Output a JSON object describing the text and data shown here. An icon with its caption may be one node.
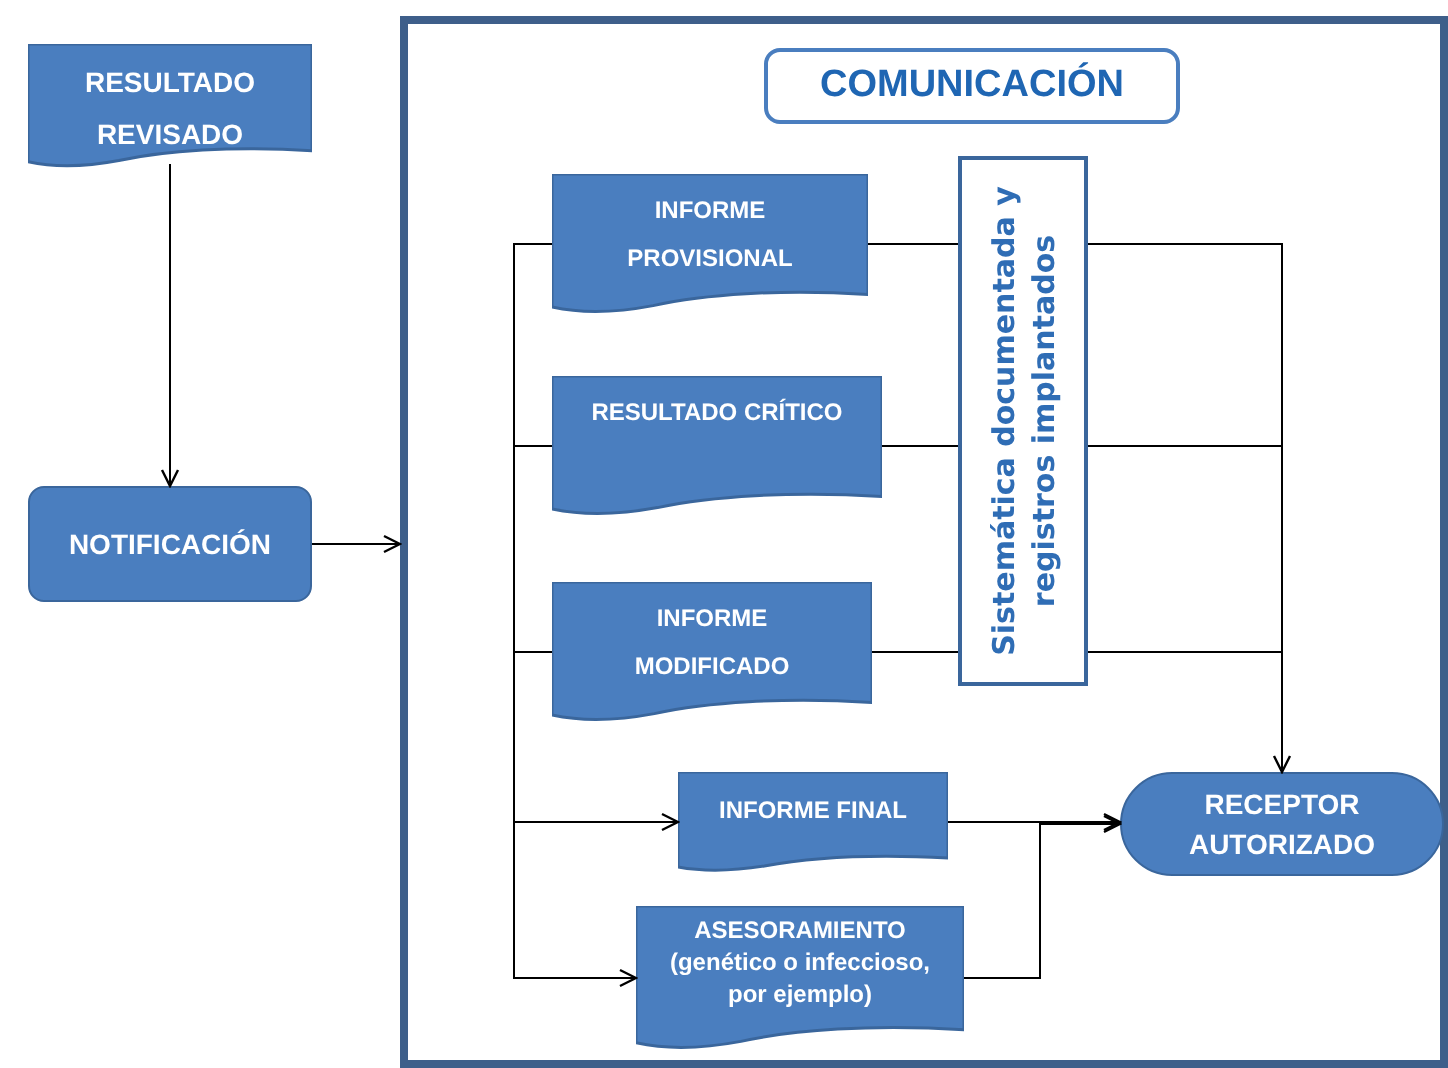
{
  "diagram": {
    "nodes": [
      {
        "text": [
          "RESULTADO REVISADO"
        ]
      },
      {
        "text": [
          "NOTIFICACIÓN"
        ]
      },
      {
        "text": [],
        "shape": "box"
      },
      {
        "text": [
          "COMUNICACIÓN"
        ],
        "in": 2
      },
      {
        "text": [
          "INFORME PROVISIONAL"
        ],
        "in": 2
      },
      {
        "text": [
          "RESULTADO CRÍTICO"
        ],
        "in": 2
      },
      {
        "text": [
          "INFORME MODIFICADO"
        ],
        "in": 2
      },
      {
        "text": [
          "Sistemática documentada y registros implantados"
        ],
        "in": 2
      },
      {
        "text": [
          "INFORME FINAL"
        ],
        "in": 2
      },
      {
        "text": [
          "ASESORAMIENTO",
          "(genético o infeccioso, por ejemplo)"
        ],
        "in": 2
      },
      {
        "text": [
          "RECEPTOR AUTORIZADO"
        ],
        "in": 2
      }
    ],
    "edges": [
      {
        "from": 0,
        "to": 1,
        "arrow": "to"
      },
      {
        "from": 1,
        "to": 2,
        "arrow": "to"
      },
      {
        "from": 4,
        "to": 5,
        "arrow": "none"
      },
      {
        "from": 4,
        "to": 6,
        "arrow": "none"
      },
      {
        "from": 4,
        "to": 8,
        "arrow": "to"
      },
      {
        "from": 4,
        "to": 9,
        "arrow": "to"
      },
      {
        "from": 4,
        "to": 7,
        "arrow": "none"
      },
      {
        "from": 5,
        "to": 7,
        "arrow": "none"
      },
      {
        "from": 6,
        "to": 7,
        "arrow": "none"
      },
      {
        "from": 7,
        "to": 10,
        "arrow": "to"
      },
      {
        "from": 8,
        "to": 10,
        "arrow": "to"
      },
      {
        "from": 9,
        "to": 10,
        "arrow": "to"
      }
    ]
  }
}
